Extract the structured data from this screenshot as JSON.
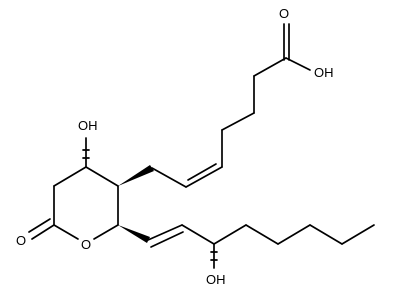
{
  "structure": {
    "atoms": {
      "O_acid_carbonyl": "O",
      "OH_acid": "OH",
      "OH_ring": "OH",
      "O_lactone_carbonyl": "O",
      "O_ring": "O",
      "OH_side_chain": "OH"
    }
  }
}
